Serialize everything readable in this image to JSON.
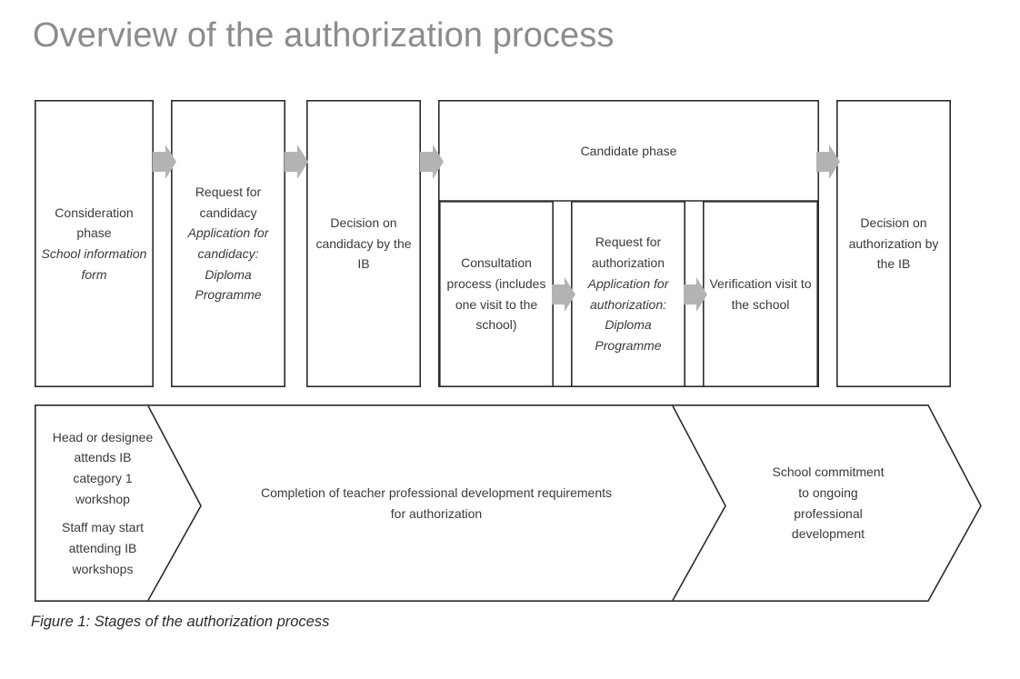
{
  "page": {
    "title": "Overview of the authorization process",
    "caption": "Figure 1: Stages of the authorization process",
    "colors": {
      "title": "#8c8c8c",
      "text": "#3a3a3a",
      "stroke": "#2b2b2b",
      "arrow_fill": "#b3b3b3",
      "background": "#ffffff"
    }
  },
  "flow": {
    "steps": [
      {
        "id": "consideration-phase",
        "heading": "Consideration phase",
        "document": "School information form"
      },
      {
        "id": "request-for-candidacy",
        "heading": "Request for candidacy",
        "document": "Application for candidacy: Diploma Programme"
      },
      {
        "id": "decision-on-candidacy",
        "heading": "Decision on candidacy by the IB",
        "document": ""
      },
      {
        "id": "decision-on-authorization",
        "heading": "Decision on authorization by the IB",
        "document": ""
      }
    ],
    "candidate_phase": {
      "label": "Candidate phase",
      "substeps": [
        {
          "id": "consultation-process",
          "heading": "Consultation process (includes one visit to the school)",
          "document": ""
        },
        {
          "id": "request-for-authorization",
          "heading": "Request for authorization",
          "document": "Application for authorization: Diploma Programme"
        },
        {
          "id": "verification-visit",
          "heading": "Verification visit to the school",
          "document": ""
        }
      ]
    }
  },
  "banner": {
    "segments": [
      {
        "id": "professional-development-start",
        "lines": [
          "Head or designee attends IB category 1 workshop",
          "Staff may start attending IB workshops"
        ]
      },
      {
        "id": "teacher-professional-development",
        "lines": [
          "Completion of teacher professional development requirements for authorization"
        ]
      },
      {
        "id": "ongoing-professional-development",
        "lines": [
          "School commitment to ongoing professional development"
        ]
      }
    ]
  }
}
